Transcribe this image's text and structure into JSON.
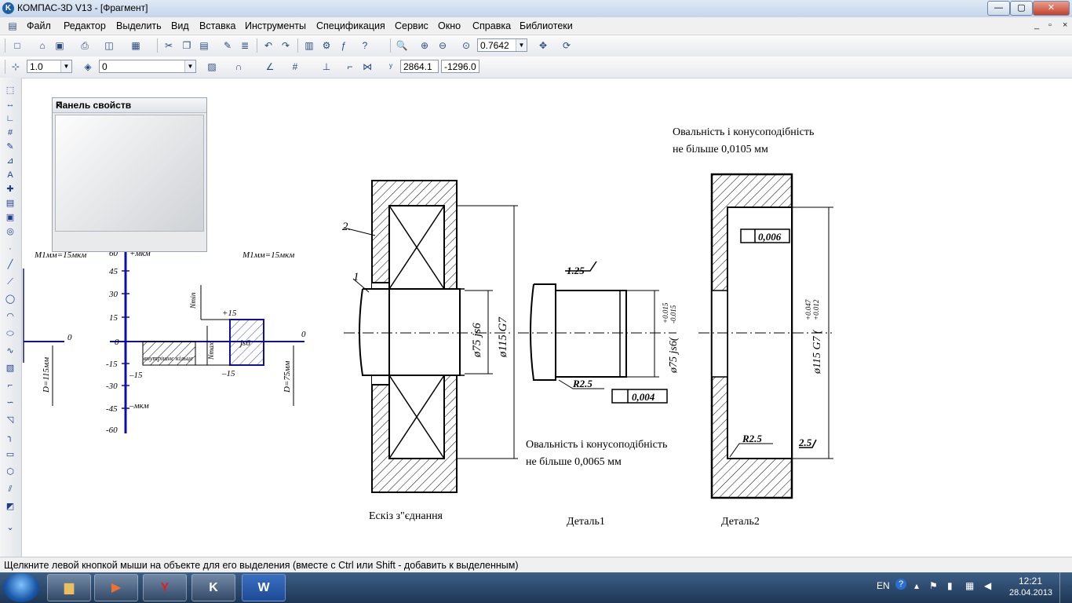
{
  "window": {
    "title": "КОМПАС-3D V13 - [Фрагмент]",
    "icon": "kompas-logo-icon",
    "controls": [
      "—",
      "▢",
      "✕"
    ]
  },
  "menu": {
    "items": [
      "Файл",
      "Редактор",
      "Выделить",
      "Вид",
      "Вставка",
      "Инструменты",
      "Спецификация",
      "Сервис",
      "Окно",
      "Справка",
      "Библиотеки"
    ],
    "mdi_controls": [
      "_",
      "▫",
      "×"
    ]
  },
  "toolbar1": {
    "zoom_value": "0.7642"
  },
  "toolbar2": {
    "step_value": "1.0",
    "layer_value": "0",
    "coord_x": "2864.1",
    "coord_y": "-1296.0"
  },
  "properties_panel": {
    "title": "Панель свойств",
    "close": "×"
  },
  "drawing": {
    "left_diagram": {
      "scale_left": "M1мм=15мкм",
      "scale_right": "M1мм=15мкм",
      "axis_top": "60",
      "axis_unit_top": "+мкм",
      "axis_unit_bottom": "–мкм",
      "ticks": [
        "45",
        "30",
        "15",
        "0",
        "-15",
        "-30",
        "-45",
        "-60"
      ],
      "zero_left": "0",
      "zero_right": "0",
      "d_left": "D=115мм",
      "d_right": "D=75мм",
      "inner_ring": "внутрішнє кільце",
      "field_js6": "js6",
      "nmin": "Nmin",
      "nmax": "Nmax",
      "plus15": "+15",
      "minus15a": "–15",
      "minus15b": "–15"
    },
    "assembly": {
      "label_2": "2.",
      "label_1": "1",
      "dim_outer": "ø115 G7",
      "dim_inner": "ø75 js6",
      "caption": "Ескіз з\"єднання"
    },
    "part1": {
      "roughness": "1.25",
      "radius": "R2.5",
      "dim": "ø75 js6(",
      "tol_up": "+0.015",
      "tol_low": "-0.015",
      "tol_frame": "0,004",
      "note_line1": "Овальність і конусоподібність",
      "note_line2": "не більше  0,0065 мм",
      "caption": "Деталь1"
    },
    "part2": {
      "note_line1": "Овальність і конусоподібність",
      "note_line2": "не більше  0,0105 мм",
      "tol_frame": "0,006",
      "dim": "ø115 G7 (",
      "tol_up": "+0.047",
      "tol_low": "+0.012",
      "radius": "R2.5",
      "roughness": "2.5",
      "caption": "Деталь2"
    }
  },
  "status": {
    "text": "Щелкните левой кнопкой мыши на объекте для его выделения (вместе с Ctrl или Shift - добавить к выделенным)"
  },
  "taskbar": {
    "lang": "EN",
    "time": "12:21",
    "date": "28.04.2013",
    "apps": [
      "file-explorer-icon",
      "media-player-icon",
      "yandex-browser-icon",
      "kompas-icon",
      "word-icon"
    ]
  }
}
